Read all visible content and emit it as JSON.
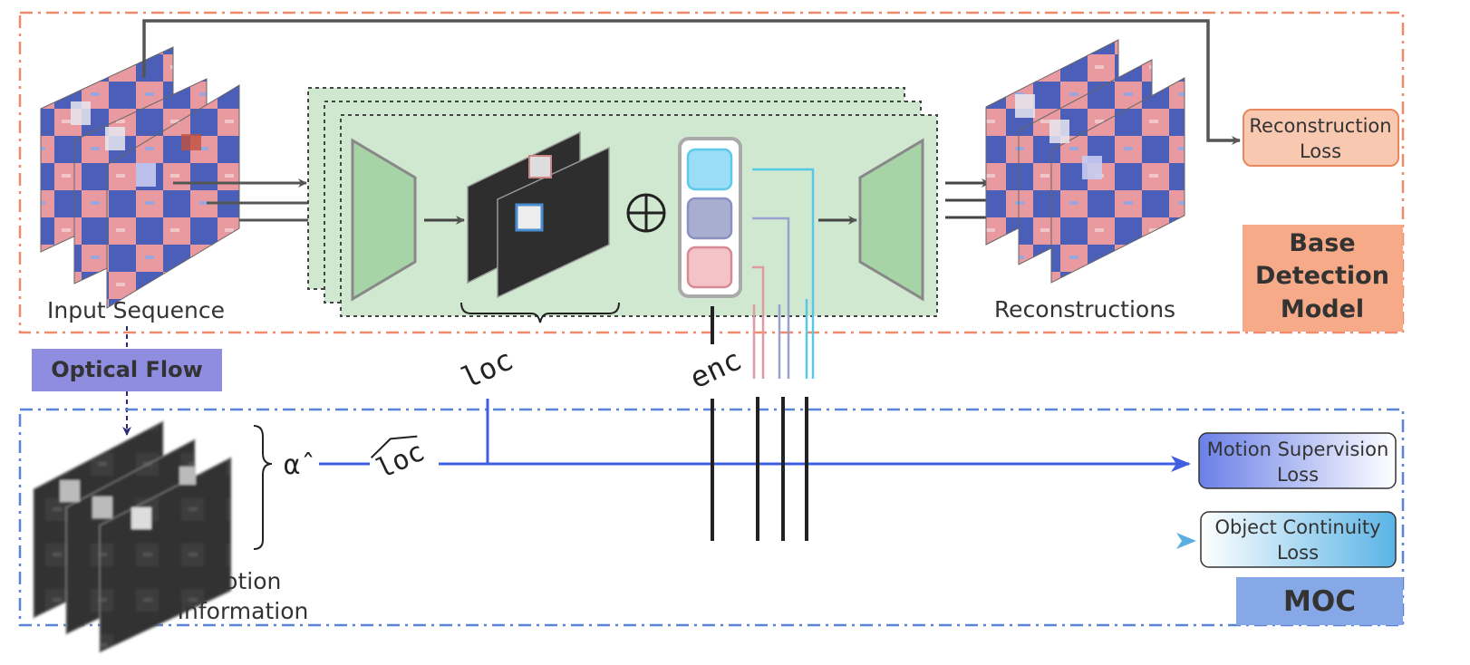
{
  "labels": {
    "input_sequence": "Input Sequence",
    "reconstructions": "Reconstructions",
    "reconstruction_loss_1": "Reconstruction",
    "reconstruction_loss_2": "Loss",
    "base_1": "Base",
    "base_2": "Detection",
    "base_3": "Model",
    "optical_flow": "Optical Flow",
    "motion_1": "Motion",
    "motion_2": "Information",
    "alpha_hat": "α̂",
    "loc": "loc",
    "loc_hat": "loc",
    "enc": "enc",
    "motion_loss_1": "Motion Supervision",
    "motion_loss_2": "Loss",
    "continuity_loss_1": "Object Continuity",
    "continuity_loss_2": "Loss",
    "moc": "MOC"
  },
  "colors": {
    "base_border": "#f08a6a",
    "base_box": "#f6aa87",
    "recon_box": "#f9c8b0",
    "moc_border": "#5b84d6",
    "moc_box": "#86a8e6",
    "optical_flow_box": "#8f8de0",
    "encoder_green": "#a6d4a6",
    "panel_green": "#cfe8cf",
    "enc_cyan": "#9bdcf7",
    "enc_lavender": "#a8aed0",
    "enc_pink": "#f3c3c8",
    "arrow_blue": "#3f5ee0"
  }
}
